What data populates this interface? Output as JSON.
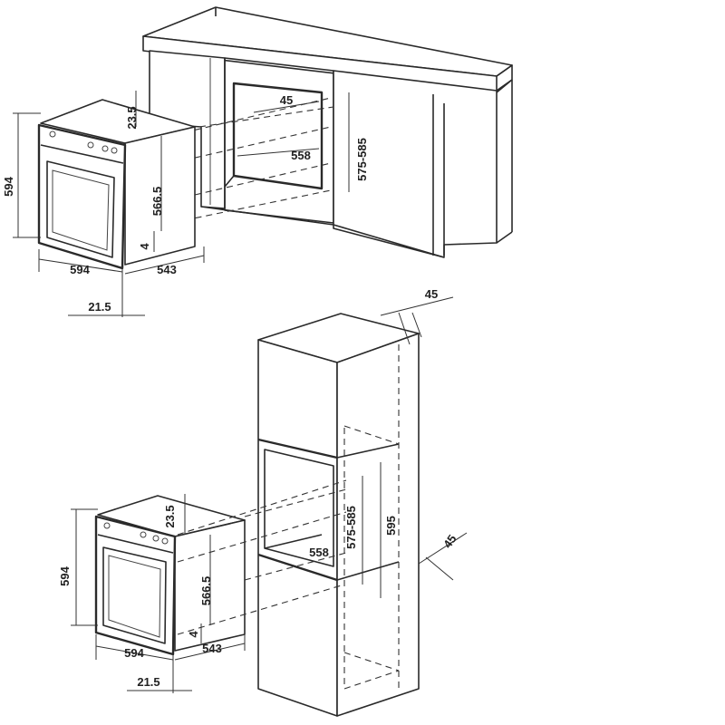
{
  "upper_installation": {
    "oven": {
      "height_label": "594",
      "width_label": "594",
      "depth_label": "543",
      "top_offset_label": "23.5",
      "body_height_label": "566.5",
      "bottom_gap_label": "4",
      "front_depth_label": "21.5"
    },
    "cabinet": {
      "rear_gap_label": "45",
      "opening_depth_label": "558",
      "opening_height_label": "575-585"
    }
  },
  "lower_installation": {
    "oven": {
      "height_label": "594",
      "width_label": "594",
      "depth_label": "543",
      "top_offset_label": "23.5",
      "body_height_label": "566.5",
      "bottom_gap_label": "4",
      "front_depth_label": "21.5"
    },
    "column": {
      "top_gap_label": "45",
      "side_gap_label": "45",
      "opening_depth_label": "558",
      "opening_height_label": "575-585",
      "column_height_label": "595"
    }
  }
}
